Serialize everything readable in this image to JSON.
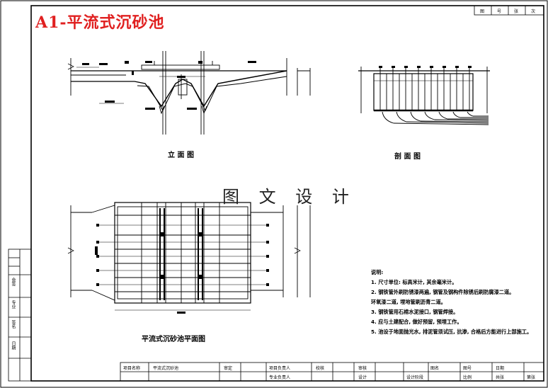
{
  "sheet_title": "A1-平流式沉砂池",
  "watermark": "图 文 设 计",
  "views": {
    "elevation": "立 面 图",
    "section": "剖 面 图",
    "plan": "平流式沉砂池平面图"
  },
  "notes": {
    "heading": "说明:",
    "items": [
      "1. 尺寸单位: 标高米计, 其余毫米计。",
      "2. 钢铁管外刷防锈漆两遍, 钢管及钢构件除锈后刷防腐漆二道。",
      "   环氧漆二道, 埋地管刷沥青二道。",
      "3. 钢铁管用石棉水泥接口, 钢管焊接。",
      "4. 应与土建配合, 做好预留, 预埋工作。",
      "5. 池设于地面抛光水, 排泥管须试压, 抗渗, 合格后方能进行上部施工。"
    ]
  },
  "title_block": {
    "project_label": "项目名称",
    "project_value": "平流式沉砂池",
    "cells": [
      "审定",
      "项目负责人",
      "校核",
      "审核",
      "专业负责人",
      "设计",
      "图号",
      "图名",
      "日期",
      "比例",
      "设计阶段",
      "共张",
      "第张"
    ]
  },
  "corner_cells": [
    "图",
    "号",
    "张",
    "次"
  ],
  "side_labels": [
    "会签",
    "专业",
    "签名",
    "日期"
  ]
}
